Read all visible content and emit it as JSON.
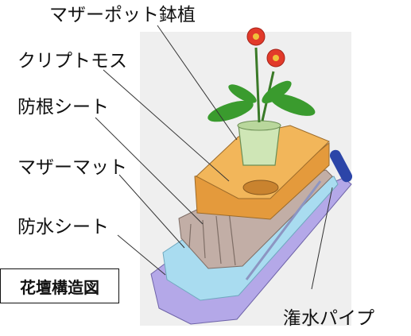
{
  "labels": {
    "mother_pot": "マザーポット鉢植",
    "cryptomoss": "クリプトモス",
    "root_sheet": "防根シート",
    "mother_mat": "マザーマット",
    "waterproof_sheet": "防水シート",
    "irrigation_pipe": "潅水パイプ"
  },
  "title": "花壇構造図",
  "colors": {
    "backdrop": "#efefef",
    "bed_top": "#f2b65a",
    "bed_side": "#e49a3c",
    "root_sheet": "#c2aea6",
    "mother_mat": "#a9dcf0",
    "waterproof": "#b4a8e8",
    "pipe": "#2c45a8",
    "leaf": "#3a9b2e",
    "flower": "#e23a2a",
    "pot": "#cfe6b6"
  }
}
